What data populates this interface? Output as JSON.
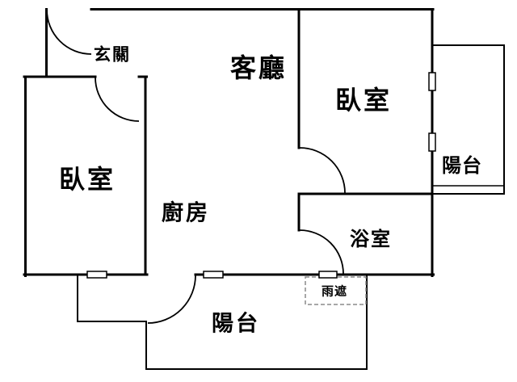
{
  "plan": {
    "type": "apartment-floor-plan",
    "background_color": "#ffffff",
    "wall_color": "#000000",
    "rain_shield_line_color": "#8a8a8a",
    "rooms": {
      "entrance": {
        "label": "玄關"
      },
      "living_room": {
        "label": "客廳"
      },
      "bedroom_right": {
        "label": "臥室"
      },
      "bedroom_left": {
        "label": "臥室"
      },
      "kitchen": {
        "label": "廚房"
      },
      "balcony_right": {
        "label": "陽台"
      },
      "bathroom": {
        "label": "浴室"
      },
      "rain_shield": {
        "label": "雨遮"
      },
      "balcony_bottom": {
        "label": "陽台"
      }
    }
  }
}
